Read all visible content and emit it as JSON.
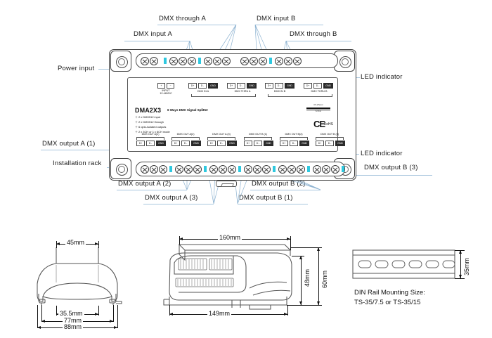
{
  "diagram": {
    "title": "DMA2X3 6 Ways DMX Signal Splitter product dimension diagram",
    "accent_color": "#2ec8df",
    "leader_color": "#a8c6de",
    "line_color": "#3f3f3f"
  },
  "callouts": {
    "dmx_through_a": "DMX through A",
    "dmx_input_a": "DMX input A",
    "dmx_input_b": "DMX input B",
    "dmx_through_b": "DMX through B",
    "power_input": "Power input",
    "led_indicator_top": "LED indicator",
    "led_indicator_bottom": "LED indicator",
    "dmx_output_a1": "DMX output A (1)",
    "dmx_output_a2": "DMX output A (2)",
    "dmx_output_a3": "DMX output A (3)",
    "dmx_output_b1": "DMX output B (1)",
    "dmx_output_b2": "DMX output B (2)",
    "dmx_output_b3": "DMX output B (3)",
    "installation_rack": "Installation rack"
  },
  "faceplate": {
    "model": "DMA2X3",
    "model_subtitle": "6 Ways DMX Signal Splitter",
    "features": [
      "2 x DMX512 input",
      "2 x DMX512 through",
      "6 opto-isolated outputs",
      "2 x 3CH or 1 x 6CH mode"
    ],
    "ce_mark": "CE",
    "rohs_mark": "RoHS",
    "wire_badge_top": "0.5-2.5mm²",
    "wire_badge_bottom": "6-7mm",
    "power": {
      "plus": "+",
      "minus": "−",
      "caption_line1": "INPUT",
      "caption_line2": "12-48VDC"
    },
    "top_groups": [
      {
        "caption": "DMX IN A",
        "terminals": [
          "D+",
          "D -",
          "GND"
        ]
      },
      {
        "caption": "DMX THRU A",
        "terminals": [
          "D+",
          "D -",
          "GND"
        ]
      },
      {
        "caption": "DMX IN B",
        "terminals": [
          "D+",
          "D -",
          "GND"
        ]
      },
      {
        "caption": "DMX THRU B",
        "terminals": [
          "D+",
          "D -",
          "GND"
        ]
      }
    ],
    "bottom_groups": [
      {
        "caption": "DMX OUT A(1)",
        "terminals": [
          "D+",
          "D -",
          "GND"
        ]
      },
      {
        "caption": "DMX OUT A(2)",
        "terminals": [
          "D+",
          "D -",
          "GND"
        ]
      },
      {
        "caption": "DMX OUT A (3)",
        "terminals": [
          "D+",
          "D -",
          "GND"
        ]
      },
      {
        "caption": "DMX OUT B (1)",
        "terminals": [
          "D+",
          "D -",
          "GND"
        ]
      },
      {
        "caption": "DMX OUT B(2)",
        "terminals": [
          "D+",
          "D -",
          "GND"
        ]
      },
      {
        "caption": "DMX OUT B (3)",
        "terminals": [
          "D+",
          "D -",
          "GND"
        ]
      }
    ]
  },
  "dimensions": {
    "front_view": {
      "top_width": "45mm",
      "inner_width": "35.5mm",
      "mid_width": "77mm",
      "outer_width": "88mm"
    },
    "side_view": {
      "top_length": "160mm",
      "base_length": "149mm",
      "body_height": "48mm",
      "total_height": "60mm"
    },
    "din_rail": {
      "height": "35mm",
      "text_line1": "DIN Rail Mounting Size:",
      "text_line2": "TS-35/7.5 or TS-35/15"
    }
  }
}
